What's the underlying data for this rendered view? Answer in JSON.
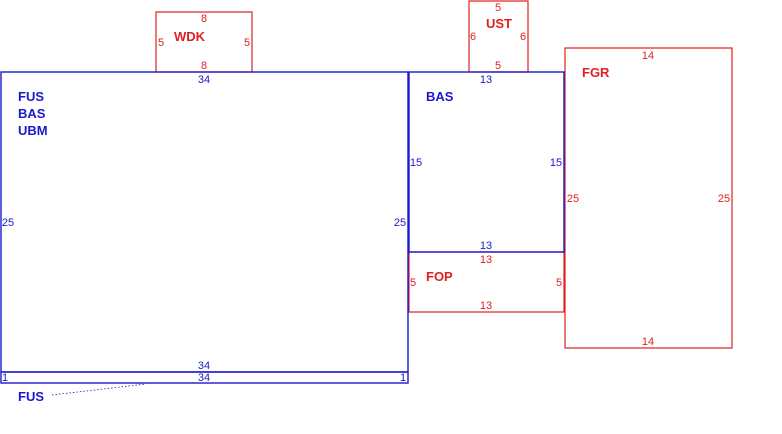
{
  "colors": {
    "blue": "#1a1acc",
    "red": "#e02020",
    "background": "#ffffff"
  },
  "boxes": {
    "main": {
      "labels": [
        "FUS",
        "BAS",
        "UBM"
      ],
      "top": "34",
      "bottom": "34",
      "left": "25",
      "right": "25"
    },
    "strip": {
      "label": "FUS",
      "top": "34",
      "left": "1",
      "right": "1"
    },
    "wdk": {
      "label": "WDK",
      "top": "8",
      "bottom": "8",
      "left": "5",
      "right": "5"
    },
    "bas": {
      "label": "BAS",
      "top": "13",
      "bottom": "13",
      "left": "15",
      "right": "15"
    },
    "ust": {
      "label": "UST",
      "top": "5",
      "bottom": "5",
      "left": "6",
      "right": "6"
    },
    "fop": {
      "label": "FOP",
      "top": "13",
      "bottom": "13",
      "left": "5",
      "right": "5"
    },
    "fgr": {
      "label": "FGR",
      "top": "14",
      "bottom": "14",
      "left": "25",
      "right": "25"
    }
  }
}
